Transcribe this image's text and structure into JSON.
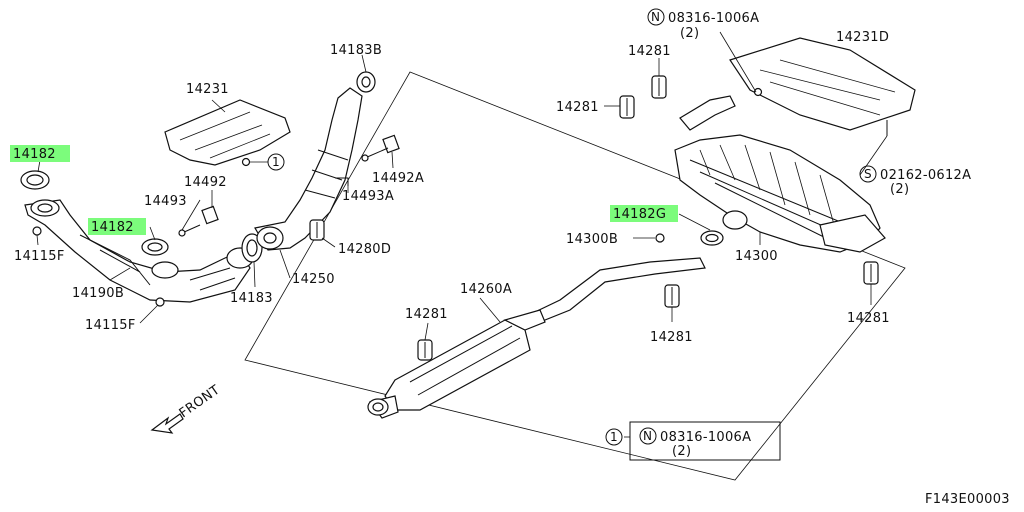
{
  "colors": {
    "highlight": "#7CFC7C",
    "ink": "#111111"
  },
  "callouts": {
    "c14182_a": "14182",
    "c14182_b": "14182",
    "c14182g": "14182G",
    "c14115f_top": "14115F",
    "c14115f_bot": "14115F",
    "c14190b": "14190B",
    "c14493": "14493",
    "c14492": "14492",
    "c14231": "14231",
    "c14183": "14183",
    "c14183b": "14183B",
    "c14250": "14250",
    "c14492a": "14492A",
    "c14493a": "14493A",
    "c14280d": "14280D",
    "c14281_top": "14281",
    "c14281_left": "14281",
    "c14281_mid": "14281",
    "c14281_right": "14281",
    "c14281_bottom": "14281",
    "c14260a": "14260A",
    "c14300b": "14300B",
    "c14300": "14300",
    "c14231d": "14231D"
  },
  "notes": {
    "n_top_symbol": "N",
    "n_top_text": "08316-1006A",
    "n_top_qty": "(2)",
    "s_symbol": "S",
    "s_text": "02162-0612A",
    "s_qty": "(2)",
    "legend_index": "1",
    "legend_symbol": "N",
    "legend_text": "08316-1006A",
    "legend_qty": "(2)",
    "ref_index_near_14492": "1"
  },
  "front_label": "FRONT",
  "figure_code": "F143E00003"
}
